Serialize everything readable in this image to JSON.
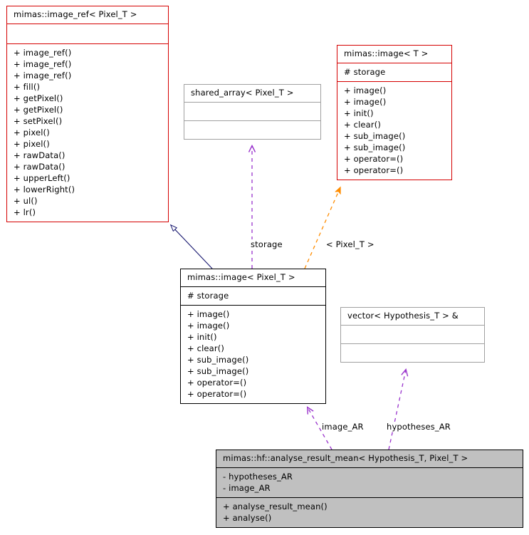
{
  "diagram": {
    "type": "uml-class-diagram",
    "colors": {
      "template_border": "#d50000",
      "extern_border": "#a0a0a0",
      "focus_fill": "#c0c0c0",
      "inheritance_edge": "#191970",
      "usage_edge": "#9932cc",
      "instantiation_edge": "#ff8c00"
    },
    "nodes": [
      {
        "id": "image_ref",
        "title": "mimas::image_ref< Pixel_T >",
        "attributes": [],
        "operations": [
          "+ image_ref()",
          "+ image_ref()",
          "+ image_ref()",
          "+ fill()",
          "+ getPixel()",
          "+ getPixel()",
          "+ setPixel()",
          "+ pixel()",
          "+ pixel()",
          "+ rawData()",
          "+ rawData()",
          "+ upperLeft()",
          "+ lowerRight()",
          "+ ul()",
          "+ lr()"
        ]
      },
      {
        "id": "image_t",
        "title": "mimas::image< T >",
        "attributes": [
          "# storage"
        ],
        "operations": [
          "+ image()",
          "+ image()",
          "+ init()",
          "+ clear()",
          "+ sub_image()",
          "+ sub_image()",
          "+ operator=()",
          "+ operator=()"
        ]
      },
      {
        "id": "shared_array",
        "title": "shared_array< Pixel_T >",
        "attributes": [],
        "operations": []
      },
      {
        "id": "image_pixel_t",
        "title": "mimas::image< Pixel_T >",
        "attributes": [
          "# storage"
        ],
        "operations": [
          "+ image()",
          "+ image()",
          "+ init()",
          "+ clear()",
          "+ sub_image()",
          "+ sub_image()",
          "+ operator=()",
          "+ operator=()"
        ]
      },
      {
        "id": "vector_hypothesis",
        "title": "vector< Hypothesis_T > &",
        "attributes": [],
        "operations": []
      },
      {
        "id": "analyse_result_mean",
        "title": "mimas::hf::analyse_result_mean< Hypothesis_T, Pixel_T >",
        "attributes": [
          "- hypotheses_AR",
          "- image_AR"
        ],
        "operations": [
          "+ analyse_result_mean()",
          "+ analyse()"
        ]
      }
    ],
    "edge_labels": {
      "storage": "storage",
      "pixel_t": "< Pixel_T >",
      "image_ar": "image_AR",
      "hypotheses_ar": "hypotheses_AR"
    }
  }
}
